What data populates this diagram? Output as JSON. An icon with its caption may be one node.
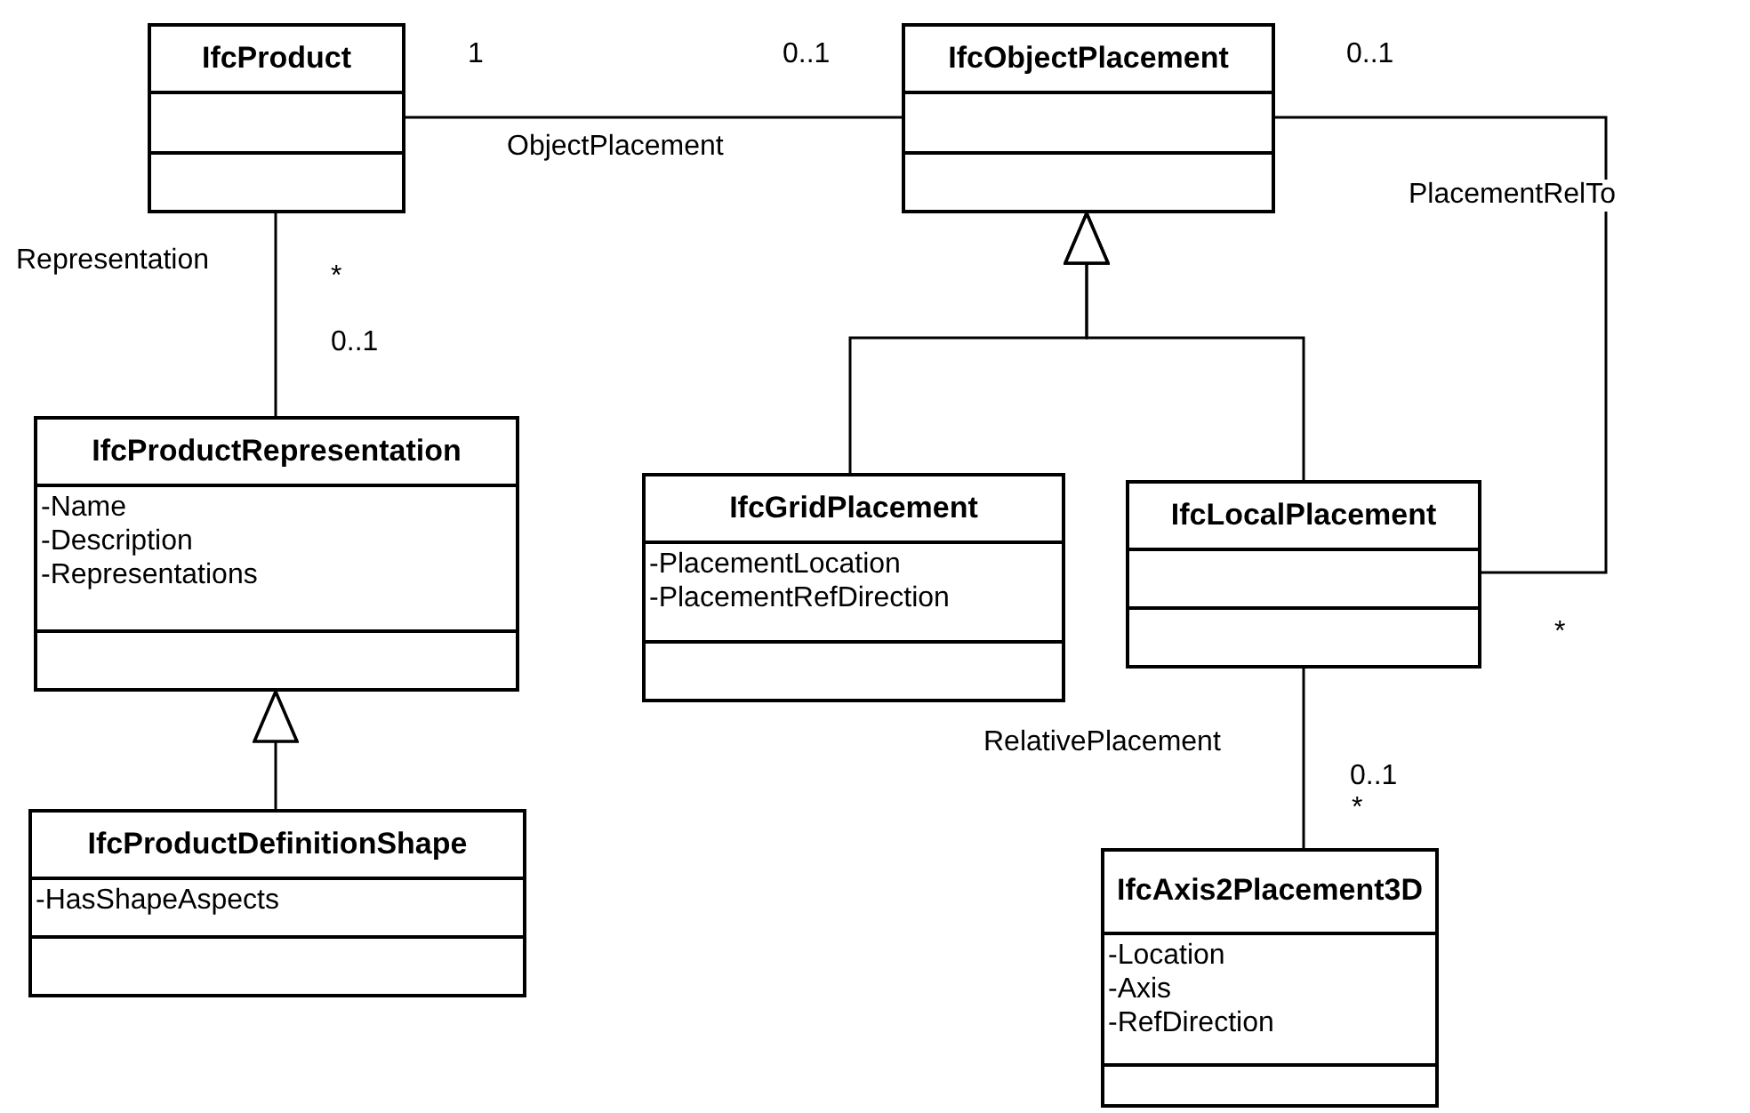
{
  "diagram": {
    "nodes": [
      {
        "text": [
          "IfcProduct"
        ]
      },
      {
        "text": [
          "IfcObjectPlacement"
        ]
      },
      {
        "text": [
          "IfcProductRepresentation",
          "-Name",
          "-Description",
          "-Representations"
        ]
      },
      {
        "text": [
          "IfcProductDefinitionShape",
          "-HasShapeAspects"
        ]
      },
      {
        "text": [
          "IfcGridPlacement",
          "-PlacementLocation",
          "-PlacementRefDirection"
        ]
      },
      {
        "text": [
          "IfcLocalPlacement"
        ]
      },
      {
        "text": [
          "IfcAxis2Placement3D",
          "-Location",
          "-Axis",
          "-RefDirection"
        ]
      }
    ],
    "edges": [
      {
        "from": 0,
        "to": 1,
        "arrow": "none",
        "label": "ObjectPlacement"
      },
      {
        "from": 0,
        "to": 2,
        "arrow": "none",
        "label": "Representation"
      },
      {
        "from": 3,
        "to": 2,
        "arrow": "to"
      },
      {
        "from": 4,
        "to": 1,
        "arrow": "to"
      },
      {
        "from": 5,
        "to": 1,
        "arrow": "to"
      },
      {
        "from": 5,
        "to": 1,
        "arrow": "none",
        "label": "PlacementRelTo"
      },
      {
        "from": 5,
        "to": 6,
        "arrow": "none",
        "label": "RelativePlacement"
      }
    ],
    "labels": [
      "1",
      "0..1",
      "0..1",
      "*",
      "0..1",
      "*",
      "0..1",
      "*"
    ]
  }
}
